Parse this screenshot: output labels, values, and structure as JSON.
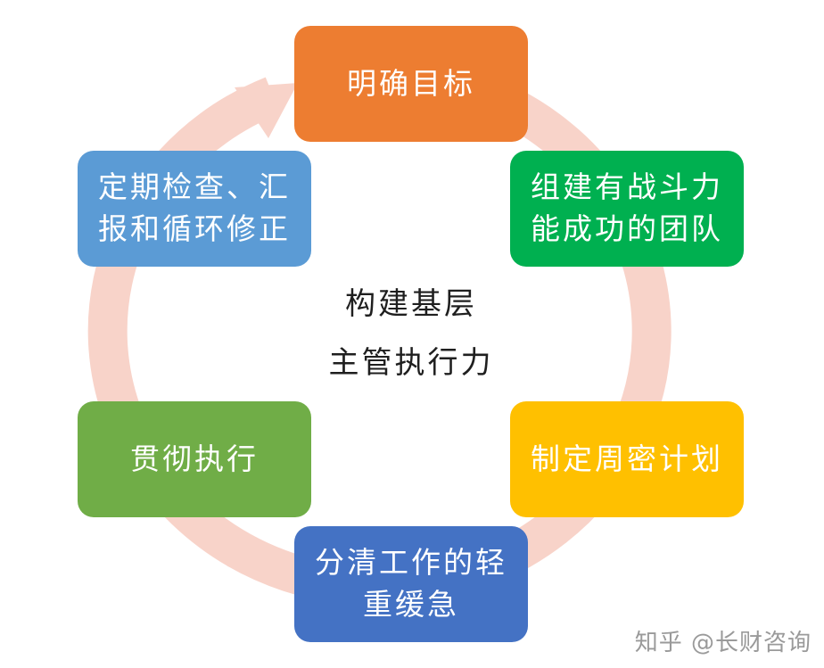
{
  "center": {
    "lines": [
      "构建基层",
      "主管执行力"
    ]
  },
  "nodes": [
    {
      "id": "goal",
      "lines": [
        "明确目标"
      ],
      "color": "#ED7D31"
    },
    {
      "id": "team",
      "lines": [
        "组建有战斗力",
        "能成功的团队"
      ],
      "color": "#00B050"
    },
    {
      "id": "plan",
      "lines": [
        "制定周密计划"
      ],
      "color": "#FFC000"
    },
    {
      "id": "priority",
      "lines": [
        "分清工作的轻",
        "重缓急"
      ],
      "color": "#4472C4"
    },
    {
      "id": "execute",
      "lines": [
        "贯彻执行"
      ],
      "color": "#70AD47"
    },
    {
      "id": "review",
      "lines": [
        "定期检查、汇",
        "报和循环修正"
      ],
      "color": "#5B9BD5"
    }
  ],
  "cycle_arrow_color": "#F8D3C9",
  "watermark": "知乎 @长财咨询"
}
